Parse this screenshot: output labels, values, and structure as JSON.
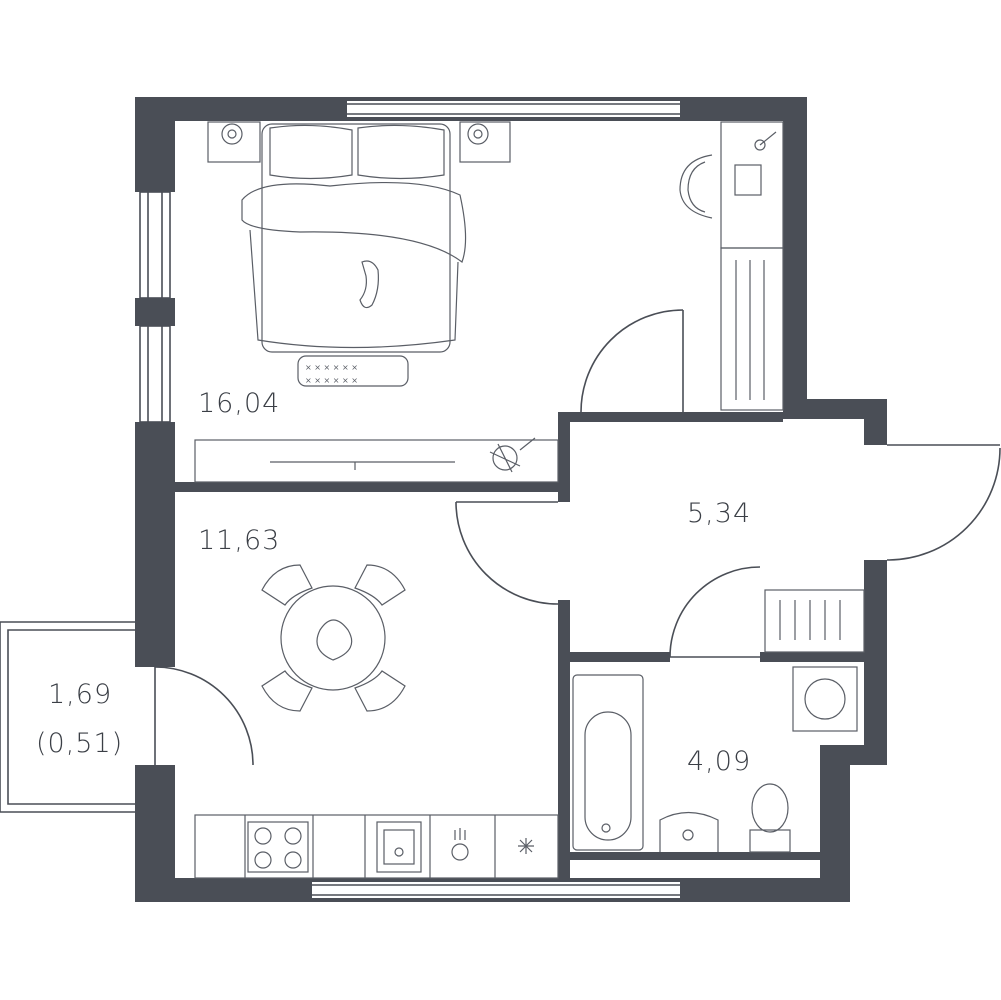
{
  "plan": {
    "wall_color": "#4a4e56",
    "line_color": "#5a5e66",
    "rooms": [
      {
        "id": "bedroom",
        "area": "16,04"
      },
      {
        "id": "kitchen",
        "area": "11,63"
      },
      {
        "id": "hall",
        "area": "5,34"
      },
      {
        "id": "bathroom",
        "area": "4,09"
      },
      {
        "id": "balcony",
        "area": "1,69",
        "area_reduced": "(0,51)"
      }
    ],
    "icons": [
      "bed-icon",
      "nightstand-lamp-icon",
      "desk-icon",
      "chair-icon",
      "wardrobe-icon",
      "tv-icon",
      "plant-icon",
      "round-table-icon",
      "stove-icon",
      "sink-icon",
      "dishwasher-icon",
      "bathtub-icon",
      "washing-machine-icon",
      "toilet-icon",
      "washbasin-icon",
      "rug-icon",
      "cat-icon"
    ]
  }
}
